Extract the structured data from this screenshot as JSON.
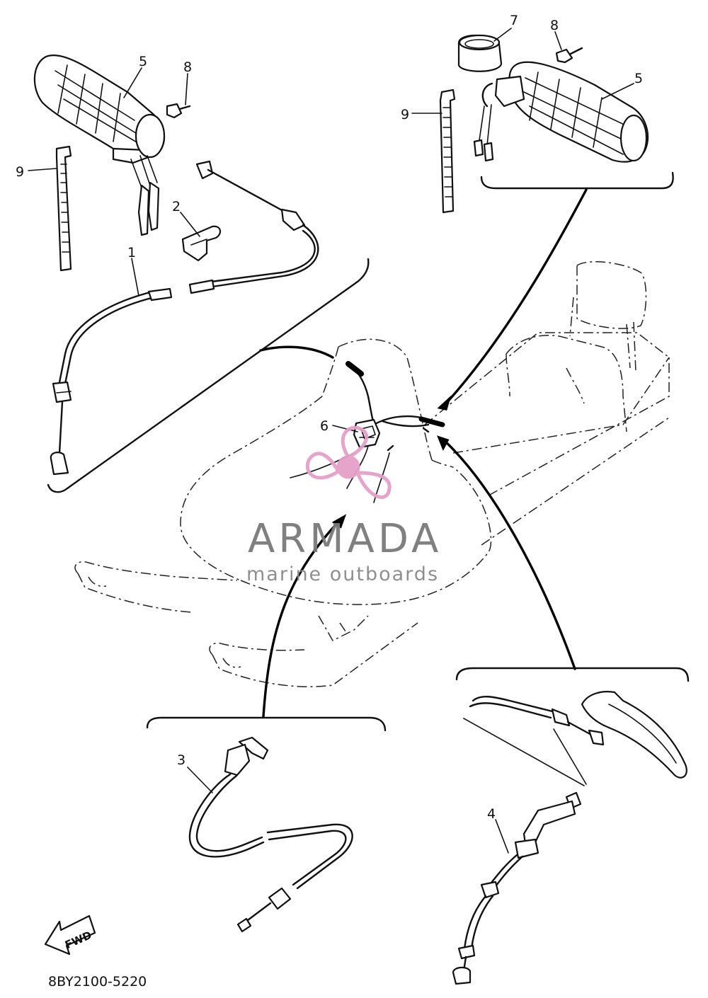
{
  "callouts": {
    "c1": "1",
    "c2": "2",
    "c3": "3",
    "c4": "4",
    "c5_left": "5",
    "c5_right": "5",
    "c6": "6",
    "c7": "7",
    "c8_left": "8",
    "c8_right": "8",
    "c9_left": "9",
    "c9_right": "9"
  },
  "diagram_code": "8BY2100-5220",
  "fwd_label": "FWD",
  "watermark": {
    "brand": "ARMADA",
    "tagline": "marine outboards",
    "color": "#e5a0c8"
  }
}
